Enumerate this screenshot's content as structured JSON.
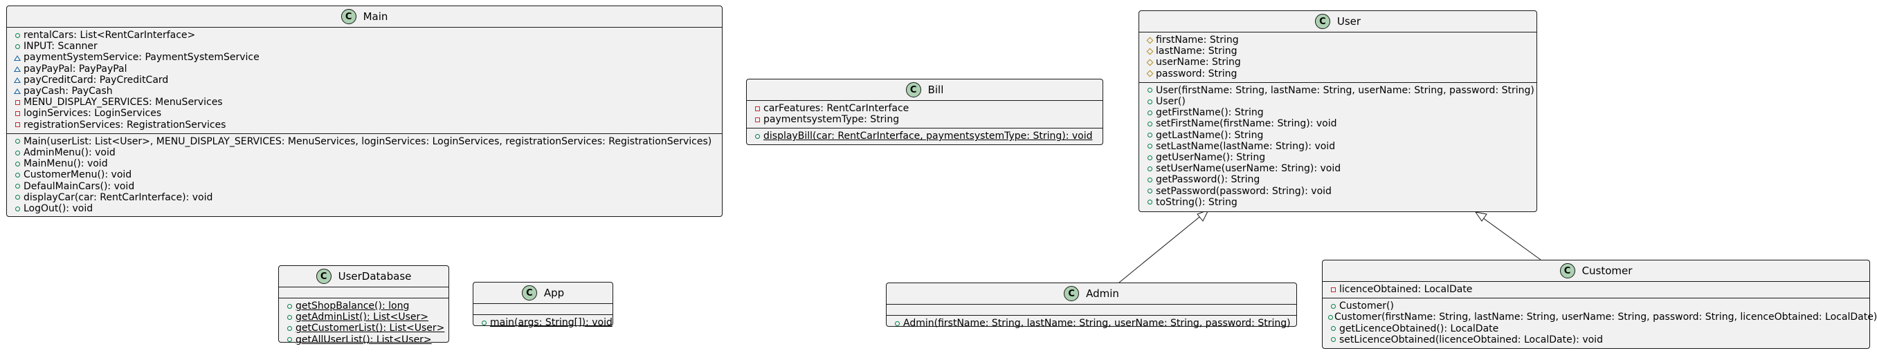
{
  "diagram": {
    "badge_letter": "C",
    "classes": {
      "main": {
        "name": "Main",
        "fields": [
          {
            "vis": "public",
            "text": "rentalCars: List<RentCarInterface>"
          },
          {
            "vis": "public",
            "text": "INPUT: Scanner"
          },
          {
            "vis": "package",
            "text": "paymentSystemService: PaymentSystemService"
          },
          {
            "vis": "package",
            "text": "payPayPal: PayPayPal"
          },
          {
            "vis": "package",
            "text": "payCreditCard: PayCreditCard"
          },
          {
            "vis": "package",
            "text": "payCash: PayCash"
          },
          {
            "vis": "private",
            "text": "MENU_DISPLAY_SERVICES: MenuServices"
          },
          {
            "vis": "private",
            "text": "loginServices: LoginServices"
          },
          {
            "vis": "private",
            "text": "registrationServices: RegistrationServices"
          }
        ],
        "methods": [
          {
            "vis": "public",
            "text": "Main(userList: List<User>, MENU_DISPLAY_SERVICES: MenuServices, loginServices: LoginServices, registrationServices: RegistrationServices)"
          },
          {
            "vis": "public",
            "text": "AdminMenu(): void"
          },
          {
            "vis": "public",
            "text": "MainMenu(): void"
          },
          {
            "vis": "public",
            "text": "CustomerMenu(): void"
          },
          {
            "vis": "public",
            "text": "DefaulMainCars(): void"
          },
          {
            "vis": "public",
            "text": "displayCar(car: RentCarInterface): void"
          },
          {
            "vis": "public",
            "text": "LogOut(): void"
          }
        ]
      },
      "bill": {
        "name": "Bill",
        "fields": [
          {
            "vis": "private",
            "text": "carFeatures: RentCarInterface"
          },
          {
            "vis": "private",
            "text": "paymentsystemType: String"
          }
        ],
        "methods": [
          {
            "vis": "public",
            "text": "displayBill(car: RentCarInterface, paymentsystemType: String): void",
            "static": true
          }
        ]
      },
      "user": {
        "name": "User",
        "fields": [
          {
            "vis": "protected",
            "text": "firstName: String"
          },
          {
            "vis": "protected",
            "text": "lastName: String"
          },
          {
            "vis": "protected",
            "text": "userName: String"
          },
          {
            "vis": "protected",
            "text": "password: String"
          }
        ],
        "methods": [
          {
            "vis": "public",
            "text": "User(firstName: String, lastName: String, userName: String, password: String)"
          },
          {
            "vis": "public",
            "text": "User()"
          },
          {
            "vis": "public",
            "text": "getFirstName(): String"
          },
          {
            "vis": "public",
            "text": "setFirstName(firstName: String): void"
          },
          {
            "vis": "public",
            "text": "getLastName(): String"
          },
          {
            "vis": "public",
            "text": "setLastName(lastName: String): void"
          },
          {
            "vis": "public",
            "text": "getUserName(): String"
          },
          {
            "vis": "public",
            "text": "setUserName(userName: String): void"
          },
          {
            "vis": "public",
            "text": "getPassword(): String"
          },
          {
            "vis": "public",
            "text": "setPassword(password: String): void"
          },
          {
            "vis": "public",
            "text": "toString(): String"
          }
        ]
      },
      "userdatabase": {
        "name": "UserDatabase",
        "fields": [],
        "methods": [
          {
            "vis": "public",
            "text": "getShopBalance(): long",
            "static": true
          },
          {
            "vis": "public",
            "text": "getAdminList(): List<User>",
            "static": true
          },
          {
            "vis": "public",
            "text": "getCustomerList(): List<User>",
            "static": true
          },
          {
            "vis": "public",
            "text": "getAllUserList(): List<User>",
            "static": true
          }
        ]
      },
      "app": {
        "name": "App",
        "fields": [],
        "methods": [
          {
            "vis": "public",
            "text": "main(args: String[]): void",
            "static": true
          }
        ]
      },
      "admin": {
        "name": "Admin",
        "fields": [],
        "methods": [
          {
            "vis": "public",
            "text": "Admin(firstName: String, lastName: String, userName: String, password: String)"
          }
        ]
      },
      "customer": {
        "name": "Customer",
        "fields": [
          {
            "vis": "private",
            "text": "licenceObtained: LocalDate"
          }
        ],
        "methods": [
          {
            "vis": "public",
            "text": "Customer()"
          },
          {
            "vis": "public",
            "text": "Customer(firstName: String, lastName: String, userName: String, password: String, licenceObtained: LocalDate)"
          },
          {
            "vis": "public",
            "text": "getLicenceObtained(): LocalDate"
          },
          {
            "vis": "public",
            "text": "setLicenceObtained(licenceObtained: LocalDate): void"
          }
        ]
      }
    },
    "relations": [
      {
        "from": "admin",
        "to": "user",
        "type": "inheritance"
      },
      {
        "from": "customer",
        "to": "user",
        "type": "inheritance"
      }
    ]
  }
}
